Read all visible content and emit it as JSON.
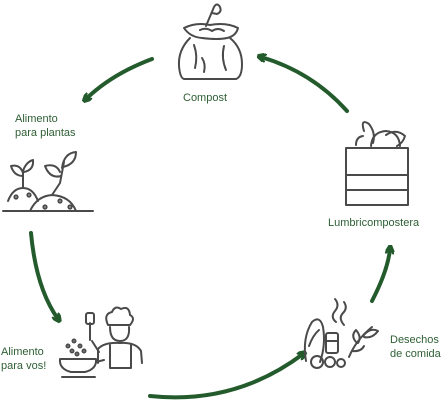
{
  "colors": {
    "arrow": "#245b2c",
    "icon": "#4a4a4a",
    "label": "#2e5e34"
  },
  "nodes": {
    "compost": {
      "label": "Compost",
      "icon": "compost-sack-icon"
    },
    "plant_food": {
      "line1": "Alimento",
      "line2": "para plantas",
      "icon": "sprouting-plants-icon"
    },
    "vermicomposter": {
      "label": "Lumbricompostera",
      "icon": "worm-bin-icon"
    },
    "food_waste": {
      "line1": "Desechos",
      "line2": "de comida",
      "icon": "food-scraps-icon"
    },
    "food_for_you": {
      "line1": "Alimento",
      "line2": "para vos!",
      "icon": "chef-cooking-icon"
    }
  },
  "cycle_order": [
    "compost",
    "plant_food",
    "food_for_you",
    "food_waste",
    "vermicomposter"
  ]
}
